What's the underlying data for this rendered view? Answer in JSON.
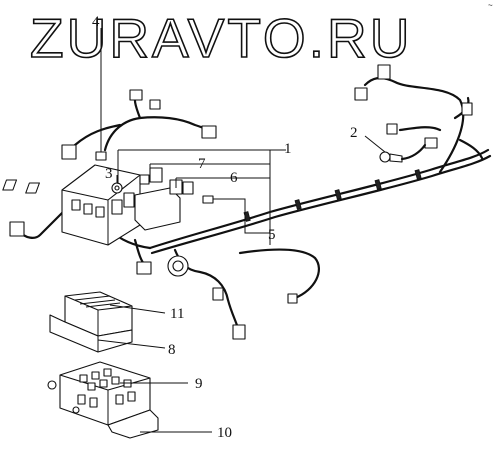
{
  "watermark": "ZURAVTO.RU",
  "corner_mark": "~",
  "callouts": [
    {
      "id": "1",
      "text": "1"
    },
    {
      "id": "2",
      "text": "2"
    },
    {
      "id": "3",
      "text": "3"
    },
    {
      "id": "4",
      "text": "4"
    },
    {
      "id": "5",
      "text": "5"
    },
    {
      "id": "6",
      "text": "6"
    },
    {
      "id": "7",
      "text": "7"
    },
    {
      "id": "8",
      "text": "8"
    },
    {
      "id": "9",
      "text": "9"
    },
    {
      "id": "10",
      "text": "10"
    },
    {
      "id": "11",
      "text": "11"
    }
  ]
}
